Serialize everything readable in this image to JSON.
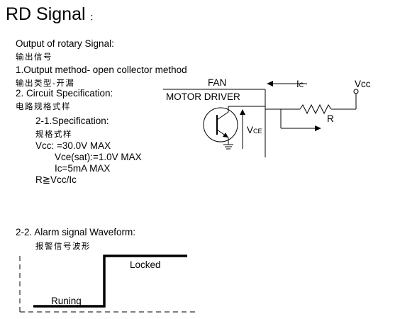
{
  "title": "RD Signal",
  "title_colon": "：",
  "output": {
    "heading": "Output of rotary Signal:",
    "heading_cn": "输出信号",
    "method": "1.Output method- open collector method",
    "method_cn": "输出类型-开漏",
    "circuit": "2. Circuit Specification:",
    "circuit_cn": "电路规格式样"
  },
  "spec": {
    "heading": "2-1.Specification:",
    "heading_cn": "规格式样",
    "vcc": "Vcc: =30.0V MAX",
    "vce_sat": "Vce(sat):=1.0V MAX",
    "ic": "Ic=5mA MAX",
    "r": "R≧Vcc/Ic"
  },
  "circuit": {
    "fan_label": "FAN",
    "motor_label": "MOTOR DRIVER",
    "ic_main": "I",
    "ic_sub": "C",
    "vcc_label": "Vcc",
    "r_label": "R",
    "vce_main": "V",
    "vce_sub": "CE"
  },
  "waveform": {
    "heading": "2-2. Alarm signal Waveform:",
    "heading_cn": "报警信号波形",
    "locked_label": "Locked",
    "running_label": "Runing"
  }
}
